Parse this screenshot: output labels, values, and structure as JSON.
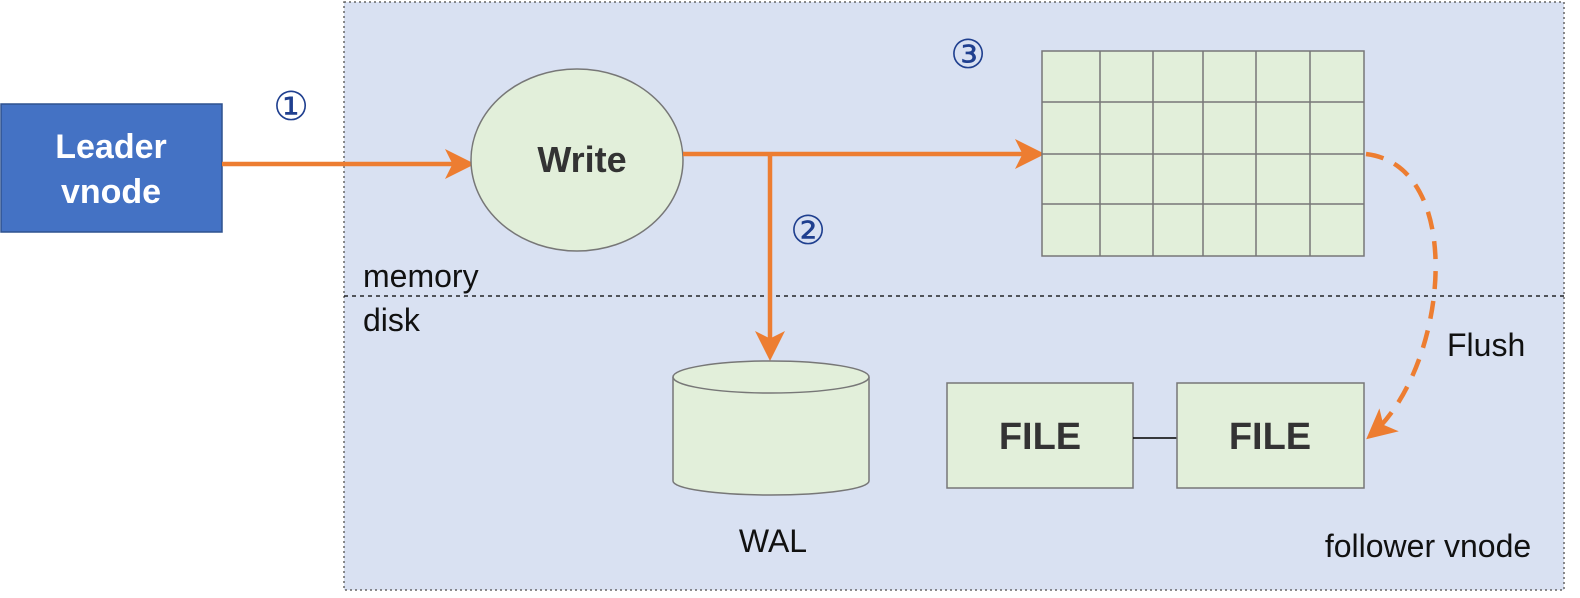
{
  "leader": {
    "line1": "Leader",
    "line2": "vnode"
  },
  "steps": {
    "s1": "①",
    "s2": "②",
    "s3": "③"
  },
  "write_label": "Write",
  "memory_label": "memory",
  "disk_label": "disk",
  "wal_label": "WAL",
  "flush_label": "Flush",
  "files": [
    "FILE",
    "FILE"
  ],
  "follower_label": "follower vnode",
  "memtable_grid": {
    "rows": 4,
    "cols": 6
  },
  "colors": {
    "leader_fill": "#4472c4",
    "region_fill": "#d9e1f2",
    "node_fill": "#e2efda",
    "arrow": "#ed7d31",
    "step_number": "#1f3f8f"
  },
  "icons": {
    "storage": "cylinder-icon",
    "memtable": "table-grid-icon"
  }
}
